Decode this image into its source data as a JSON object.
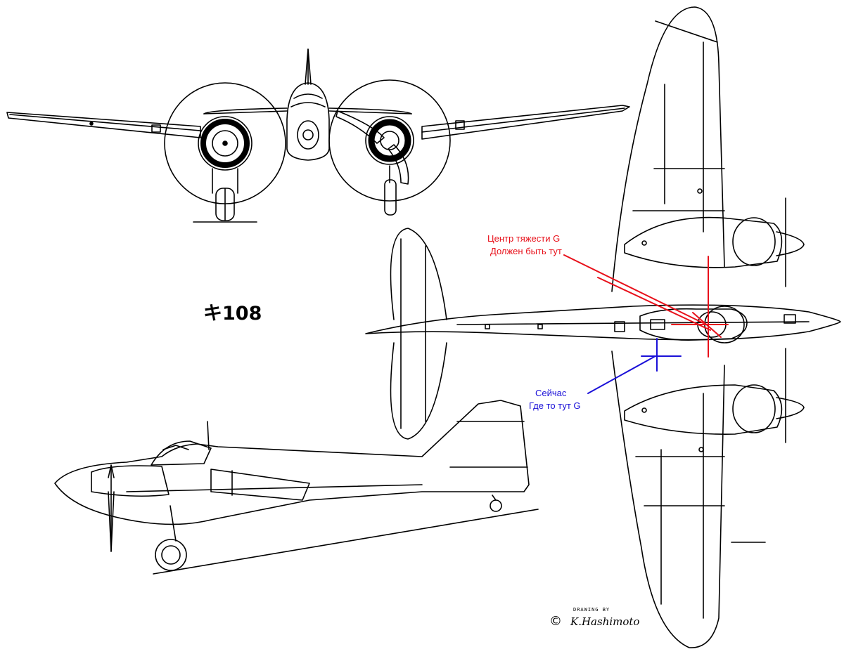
{
  "drawing": {
    "type_label": "キ108",
    "annotations": {
      "target_cg": {
        "line1": "Центр тяжести G",
        "line2": "Должен быть тут",
        "color": "#e8101a"
      },
      "current_cg": {
        "line1": "Сейчас",
        "line2": "Где то тут G",
        "color": "#1a10d8"
      }
    },
    "credit": {
      "drawing_by": "DRAWING BY",
      "copyright_symbol": "©",
      "artist_signature": "K.Hashimoto"
    },
    "views": [
      "front-view",
      "top-view",
      "side-view"
    ]
  }
}
